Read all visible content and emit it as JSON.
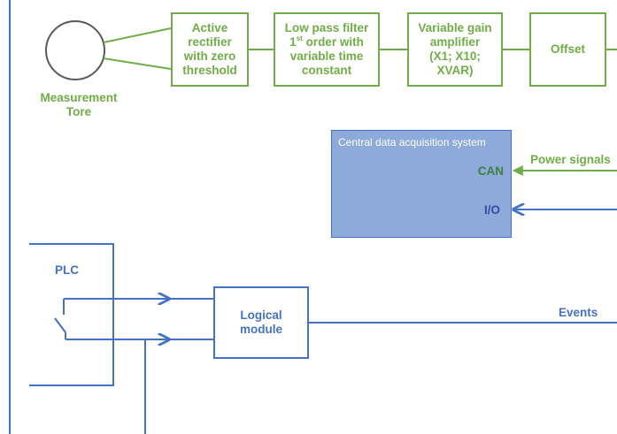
{
  "colors": {
    "green": "#70ad47",
    "blue": "#4472c4",
    "daq_fill": "#8eaadb"
  },
  "measurement": {
    "label_line1": "Measurement",
    "label_line2": "Tore"
  },
  "signal_chain": {
    "rectifier": {
      "line1": "Active",
      "line2": "rectifier",
      "line3": "with zero",
      "line4": "threshold"
    },
    "filter": {
      "line1": "Low pass filter",
      "order_num": "1",
      "order_sup": "st",
      "order_rest": " order with",
      "line3": "variable time",
      "line4": "constant"
    },
    "amplifier": {
      "line1": "Variable gain",
      "line2": "amplifier",
      "line3": "(X1; X10;",
      "line4": "XVAR)"
    },
    "offset": {
      "label": "Offset"
    }
  },
  "daq": {
    "title": "Central data acquisition system",
    "can_label": "CAN",
    "io_label": "I/O"
  },
  "signals": {
    "power": "Power signals",
    "events": "Events"
  },
  "plc": {
    "label": "PLC"
  },
  "logical_module": {
    "line1": "Logical",
    "line2": "module"
  }
}
